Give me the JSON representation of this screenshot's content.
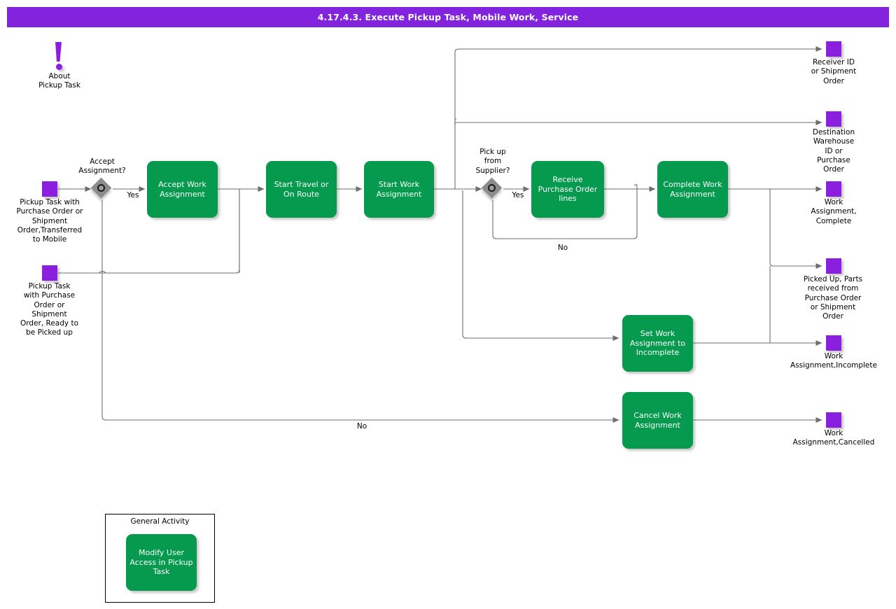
{
  "header": {
    "title": "4.17.4.3. Execute Pickup Task, Mobile Work, Service"
  },
  "colors": {
    "header_purple": "#8223de",
    "event_purple": "#8a1fe0",
    "task_green": "#069a4e",
    "gateway_gray": "#8c8c8c",
    "connector_gray": "#6e6e6e"
  },
  "annotation": {
    "icon": "exclamation-icon",
    "label": "About\nPickup Task"
  },
  "start_events": [
    {
      "name": "pickup-task-transferred-to-mobile",
      "label": "Pickup Task with\nPurchase Order or\nShipment\nOrder,Transferred\nto Mobile"
    },
    {
      "name": "pickup-task-ready-to-be-picked-up",
      "label": "Pickup Task\nwith Purchase\nOrder or\nShipment\nOrder, Ready to\nbe Picked up"
    }
  ],
  "end_events": [
    {
      "name": "receiver-id-or-shipment-order",
      "label": "Receiver ID\nor Shipment\nOrder"
    },
    {
      "name": "destination-warehouse-id-or-purchase-order",
      "label": "Destination\nWarehouse\nID or\nPurchase\nOrder"
    },
    {
      "name": "work-assignment-complete",
      "label": "Work\nAssignment,\nComplete"
    },
    {
      "name": "picked-up-parts-received",
      "label": "Picked Up, Parts\nreceived from\nPurchase Order\nor Shipment\nOrder"
    },
    {
      "name": "work-assignment-incomplete",
      "label": "Work\nAssignment,Incomplete"
    },
    {
      "name": "work-assignment-cancelled",
      "label": "Work\nAssignment,Cancelled"
    }
  ],
  "gateways": [
    {
      "name": "accept-assignment-gateway",
      "label": "Accept\nAssignment?"
    },
    {
      "name": "pick-up-from-supplier-gateway",
      "label": "Pick up\nfrom\nSupplier?"
    }
  ],
  "tasks": [
    {
      "name": "accept-work-assignment",
      "label": "Accept Work\nAssignment"
    },
    {
      "name": "start-travel-or-on-route",
      "label": "Start Travel or\nOn Route"
    },
    {
      "name": "start-work-assignment",
      "label": "Start Work\nAssignment"
    },
    {
      "name": "receive-purchase-order-lines",
      "label": "Receive\nPurchase Order\nlines"
    },
    {
      "name": "complete-work-assignment",
      "label": "Complete Work\nAssignment"
    },
    {
      "name": "set-work-assignment-to-incomplete",
      "label": "Set Work\nAssignment to\nIncomplete"
    },
    {
      "name": "cancel-work-assignment",
      "label": "Cancel Work\nAssignment"
    }
  ],
  "flow_labels": {
    "accept_yes": "Yes",
    "accept_no": "No",
    "supplier_yes": "Yes",
    "supplier_no": "No"
  },
  "legend": {
    "title": "General Activity",
    "task": {
      "name": "modify-user-access-in-pickup-task",
      "label": "Modify User\nAccess in Pickup\nTask"
    }
  }
}
